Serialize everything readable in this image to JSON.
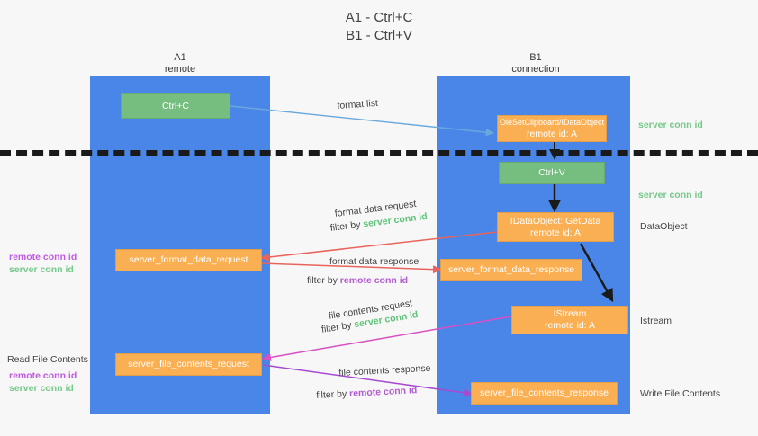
{
  "title": {
    "line1": "A1 - Ctrl+C",
    "line2": "B1 - Ctrl+V"
  },
  "lanes": [
    {
      "name": "A1",
      "sub": "remote",
      "color": "#4a86e8"
    },
    {
      "name": "B1",
      "sub": "connection",
      "color": "#4a86e8"
    }
  ],
  "boxes": [
    {
      "id": "ctrl-c",
      "label1": "Ctrl+C",
      "label2": "",
      "color": "#76be7f"
    },
    {
      "id": "ole-idataobject",
      "label1": "OleSetClipboard/IDataObject",
      "label2": "remote id: A",
      "color": "#fbaf53"
    },
    {
      "id": "ctrl-v",
      "label1": "Ctrl+V",
      "label2": "",
      "color": "#76be7f"
    },
    {
      "id": "idataobject-getdata",
      "label1": "IDataObject::GetData",
      "label2": "remote id: A",
      "color": "#fbaf53"
    },
    {
      "id": "server-format-data-request",
      "label1": "server_format_data_request",
      "label2": "",
      "color": "#fbaf53"
    },
    {
      "id": "server-format-data-response",
      "label1": "server_format_data_response",
      "label2": "",
      "color": "#fbaf53"
    },
    {
      "id": "istream",
      "label1": "IStream",
      "label2": "remote id: A",
      "color": "#fbaf53"
    },
    {
      "id": "server-file-contents-request",
      "label1": "server_file_contents_request",
      "label2": "",
      "color": "#fbaf53"
    },
    {
      "id": "server-file-contents-response",
      "label1": "server_file_contents_response",
      "label2": "",
      "color": "#fbaf53"
    }
  ],
  "annotations": {
    "format_list": "format list",
    "format_data_request": "format data request",
    "format_data_request_filter_prefix": "filter by ",
    "format_data_request_filter_value": "server conn id",
    "format_data_response": "format data response",
    "format_data_response_filter_prefix": "filter by ",
    "format_data_response_filter_value": "remote conn id",
    "file_contents_request": "file contents request",
    "file_contents_request_filter_prefix": "filter by ",
    "file_contents_request_filter_value": "server conn id",
    "file_contents_response": "file contents response",
    "file_contents_response_filter_prefix": "filter by ",
    "file_contents_response_filter_value": "remote conn id"
  },
  "side_labels": {
    "right_server_conn_id_top": "server conn id",
    "right_server_conn_id_mid": "server conn id",
    "right_dataobject": "DataObject",
    "right_istream": "Istream",
    "right_write_file_contents": "Write File Contents",
    "left_remote_conn_id_1": "remote conn id",
    "left_server_conn_id_1": "server conn id",
    "left_read_file_contents": "Read File Contents",
    "left_remote_conn_id_2": "remote conn id",
    "left_server_conn_id_2": "server conn id"
  },
  "colors": {
    "lane": "#4a86e8",
    "green_box": "#76be7f",
    "orange_box": "#fbaf53",
    "green_text": "#5fc47a",
    "purple_text": "#b45ad2",
    "arrow_blue": "#6aa8dc",
    "arrow_red": "#e8645c",
    "arrow_black": "#1a1a1a",
    "arrow_magenta": "#d94fc4",
    "arrow_purple": "#a64ad0",
    "background": "#f7f7f7",
    "divider": "#1a1a1a"
  }
}
